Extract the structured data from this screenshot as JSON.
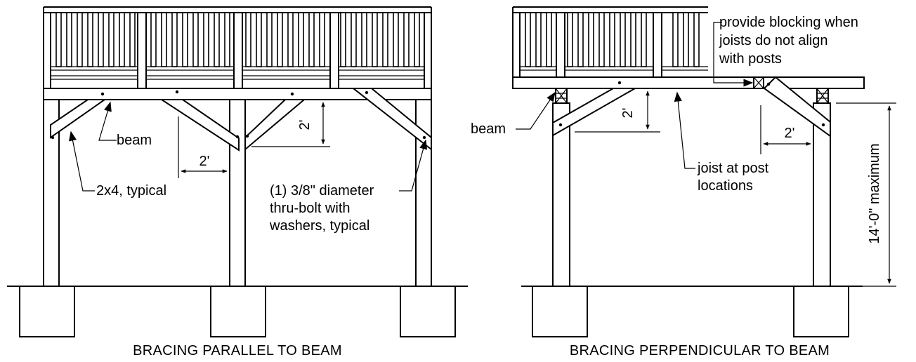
{
  "left_diagram": {
    "caption": "BRACING PARALLEL TO BEAM",
    "labels": {
      "beam": "beam",
      "member": "2x4, typical",
      "bolt_line1": "(1) 3/8\" diameter",
      "bolt_line2": "thru-bolt with",
      "bolt_line3": "washers, typical",
      "dim_horizontal": "2'",
      "dim_vertical": "2'"
    }
  },
  "right_diagram": {
    "caption": "BRACING PERPENDICULAR TO BEAM",
    "labels": {
      "blocking_line1": "provide blocking when",
      "blocking_line2": "joists do not align",
      "blocking_line3": "with posts",
      "beam": "beam",
      "joist_line1": "joist at post",
      "joist_line2": "locations",
      "dim_horizontal": "2'",
      "dim_vertical": "2'",
      "max_height": "14'-0\" maximum"
    }
  },
  "colors": {
    "line": "#000000",
    "background": "#ffffff"
  }
}
